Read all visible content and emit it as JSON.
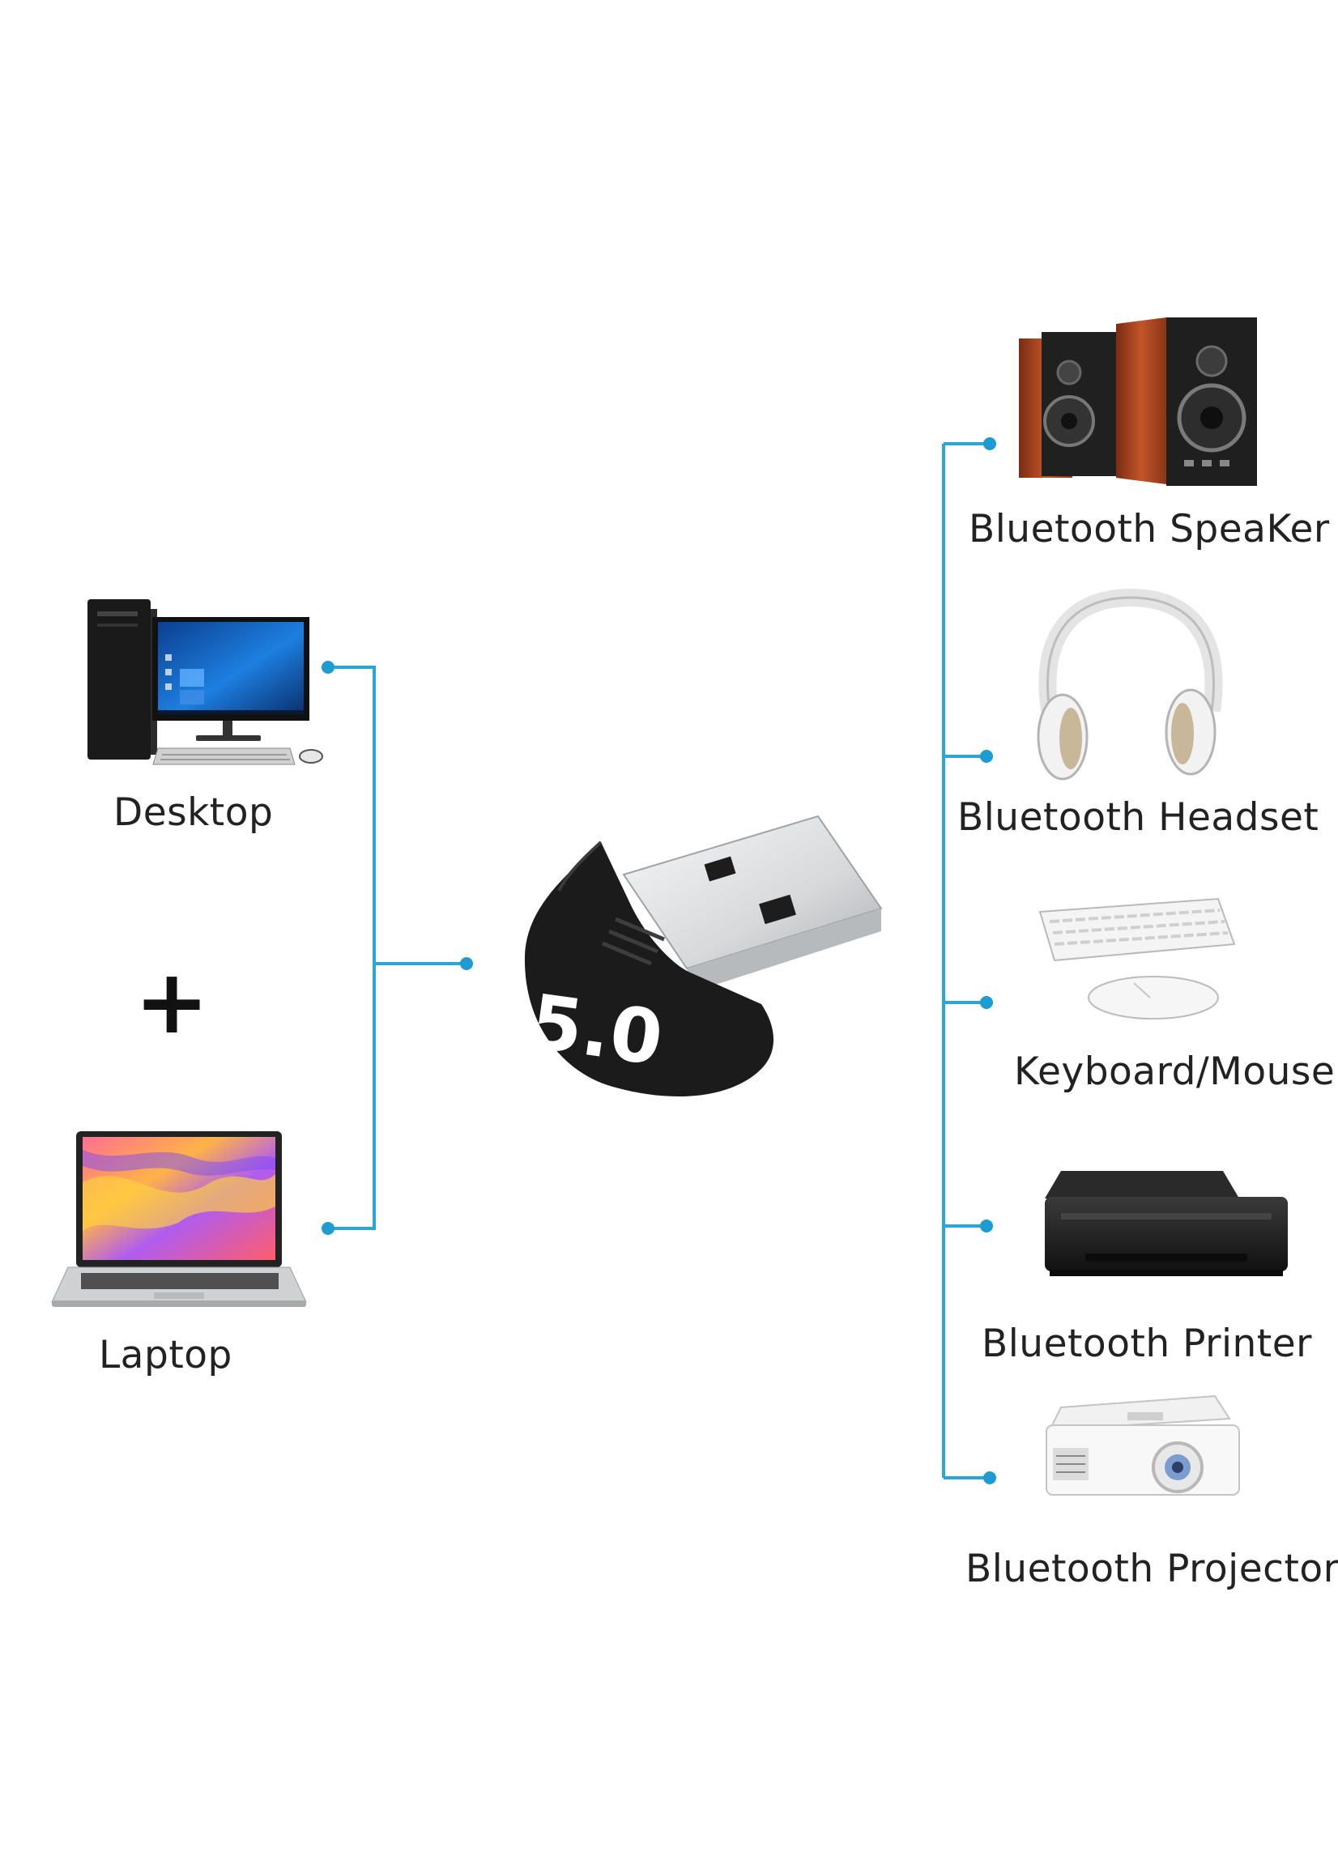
{
  "colors": {
    "connector": "#2aa6d6",
    "dot": "#1e9bd0",
    "dongle_body": "#1b1b1b",
    "dongle_text": "#ffffff",
    "usb_metal": "#e2e4e6",
    "text": "#222222"
  },
  "dongle": {
    "version_text": "5.0"
  },
  "hosts": {
    "desktop": {
      "label": "Desktop",
      "icon": "desktop-pc-icon"
    },
    "plus": "+",
    "laptop": {
      "label": "Laptop",
      "icon": "laptop-icon"
    }
  },
  "devices": [
    {
      "label": "Bluetooth SpeaKer",
      "icon": "speaker-icon"
    },
    {
      "label": "Bluetooth Headset",
      "icon": "headset-icon"
    },
    {
      "label": "Keyboard/Mouse",
      "icon": "keyboard-mouse-icon"
    },
    {
      "label": "Bluetooth Printer",
      "icon": "printer-icon"
    },
    {
      "label": "Bluetooth Projector",
      "icon": "projector-icon"
    }
  ]
}
